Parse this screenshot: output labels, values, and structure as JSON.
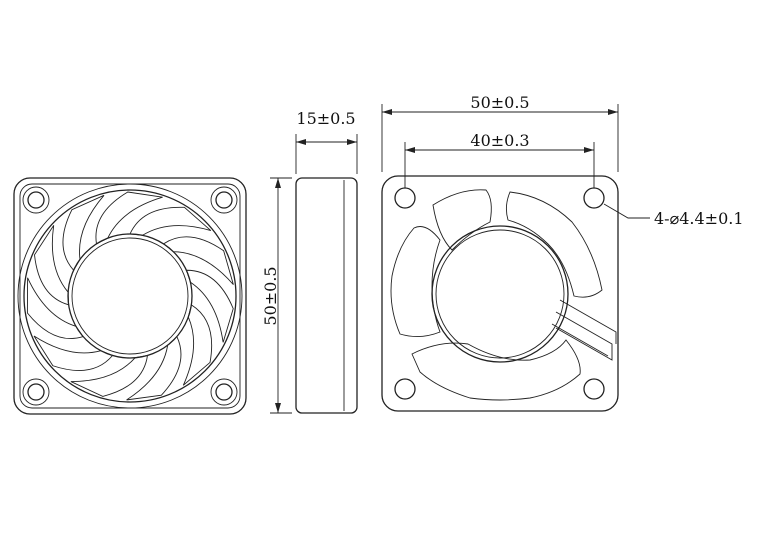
{
  "drawing": {
    "front_view": {
      "mounting_holes": 4,
      "blades": 11
    },
    "side_view": {
      "thickness_label": "15±0.5",
      "height_label": "50±0.5"
    },
    "back_view": {
      "width_label": "50±0.5",
      "hole_spacing_label": "40±0.3",
      "hole_callout_label": "4-⌀4.4±0.1"
    }
  }
}
